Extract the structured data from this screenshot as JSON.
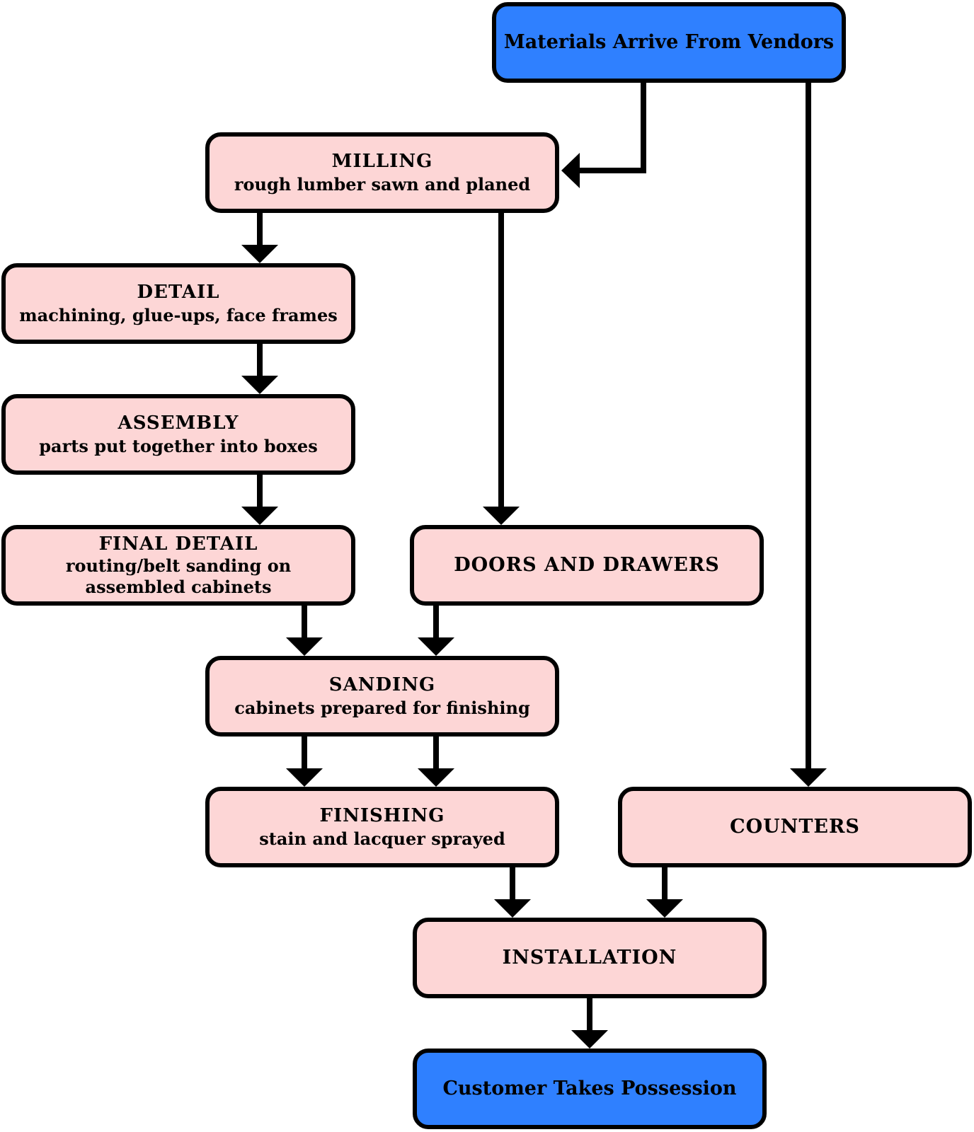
{
  "diagram": {
    "colors": {
      "node_fill": "#fdd6d6",
      "terminal_fill": "#2f80ff",
      "stroke": "#000000"
    },
    "nodes": {
      "vendors": {
        "title": "Materials Arrive From Vendors"
      },
      "milling": {
        "title": "MILLING",
        "desc": "rough lumber sawn and planed"
      },
      "detail": {
        "title": "DETAIL",
        "desc": "machining, glue-ups, face frames"
      },
      "assembly": {
        "title": "ASSEMBLY",
        "desc": "parts put together into boxes"
      },
      "final_detail": {
        "title": "FINAL DETAIL",
        "desc_line1": "routing/belt sanding on",
        "desc_line2": "assembled cabinets"
      },
      "doors": {
        "title": "DOORS AND DRAWERS"
      },
      "sanding": {
        "title": "SANDING",
        "desc": "cabinets prepared for finishing"
      },
      "finishing": {
        "title": "FINISHING",
        "desc": "stain and lacquer sprayed"
      },
      "counters": {
        "title": "COUNTERS"
      },
      "installation": {
        "title": "INSTALLATION"
      },
      "customer": {
        "title": "Customer Takes Possession"
      }
    },
    "edges": [
      {
        "from": "vendors",
        "to": "milling"
      },
      {
        "from": "vendors",
        "to": "counters"
      },
      {
        "from": "milling",
        "to": "detail"
      },
      {
        "from": "milling",
        "to": "doors"
      },
      {
        "from": "detail",
        "to": "assembly"
      },
      {
        "from": "assembly",
        "to": "final_detail"
      },
      {
        "from": "final_detail",
        "to": "sanding"
      },
      {
        "from": "doors",
        "to": "sanding"
      },
      {
        "from": "sanding",
        "to": "finishing"
      },
      {
        "from": "finishing",
        "to": "installation"
      },
      {
        "from": "counters",
        "to": "installation"
      },
      {
        "from": "installation",
        "to": "customer"
      }
    ]
  }
}
